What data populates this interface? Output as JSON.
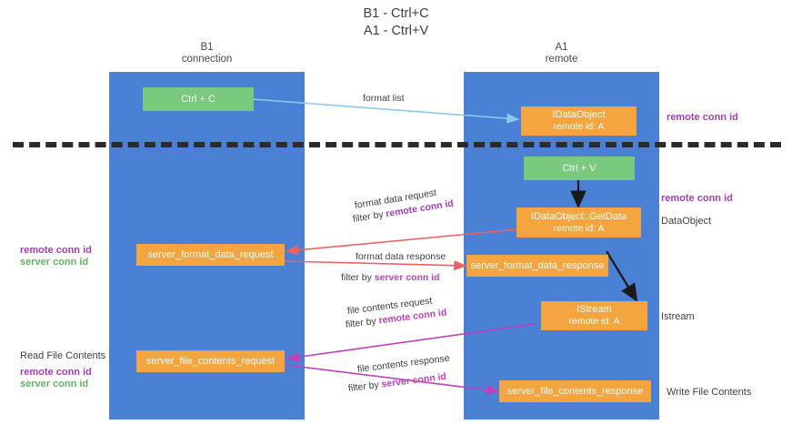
{
  "title": {
    "line1": "B1 - Ctrl+C",
    "line2": "A1 - Ctrl+V"
  },
  "lanes": [
    {
      "id": "b1",
      "name": "B1",
      "subtitle": "connection",
      "color": "#4a81d4"
    },
    {
      "id": "a1",
      "name": "A1",
      "subtitle": "remote",
      "color": "#4a81d4"
    }
  ],
  "boxes": {
    "ctrl_c": {
      "line1": "Ctrl + C",
      "line2": "",
      "color": "#79ca7e"
    },
    "ctrl_v": {
      "line1": "Ctrl + V",
      "line2": "",
      "color": "#79ca7e"
    },
    "idataobject": {
      "line1": "IDataObject",
      "line2": "remote id: A",
      "color": "#f5a540"
    },
    "idataobject_getdata": {
      "line1": "IDataObject::GetData",
      "line2": "remote id: A",
      "color": "#f5a540"
    },
    "istream": {
      "line1": "IStream",
      "line2": "remote id: A",
      "color": "#f5a540"
    },
    "server_format_data_request": {
      "line1": "server_format_data_request",
      "line2": "",
      "color": "#f5a540"
    },
    "server_format_data_response": {
      "line1": "server_format_data_response",
      "line2": "",
      "color": "#f5a540"
    },
    "server_file_contents_request": {
      "line1": "server_file_contents_request",
      "line2": "",
      "color": "#f5a540"
    },
    "server_file_contents_response": {
      "line1": "server_file_contents_response",
      "line2": "",
      "color": "#f5a540"
    }
  },
  "arrow_labels": {
    "format_list": {
      "text": "format list"
    },
    "format_data_request": {
      "text": "format data request"
    },
    "format_data_request_filter": {
      "prefix": "filter by ",
      "key": "remote conn id"
    },
    "format_data_response": {
      "text": "format data response"
    },
    "format_data_response_filter": {
      "prefix": "filter by ",
      "key": "server conn id"
    },
    "file_contents_request": {
      "text": "file contents request"
    },
    "file_contents_request_filter": {
      "prefix": "filter by ",
      "key": "remote conn id"
    },
    "file_contents_response": {
      "text": "file contents response"
    },
    "file_contents_response_filter": {
      "prefix": "filter by ",
      "key": "server conn id"
    }
  },
  "annotations": {
    "right_remote_conn_id_top": "remote conn id",
    "right_remote_conn_id_mid": "remote conn id",
    "right_dataobject": "DataObject",
    "right_istream": "Istream",
    "right_write_file_contents": "Write File Contents",
    "left_remote_conn_id_mid": "remote conn id",
    "left_server_conn_id_mid": "server conn id",
    "left_read_file_contents": "Read File Contents",
    "left_remote_conn_id_bottom": "remote conn id",
    "left_server_conn_id_bottom": "server conn id"
  },
  "colors": {
    "lane": "#4a81d4",
    "orange": "#f5a540",
    "green_box": "#79ca7e",
    "purple": "#a23fb5",
    "magenta": "#c040b8",
    "green_text": "#63b463",
    "arrow_blue": "#8dc8ef",
    "arrow_red": "#ef6060",
    "arrow_magenta": "#c040b8",
    "arrow_black": "#2b2b2b",
    "divider": "#2b2b2b"
  }
}
